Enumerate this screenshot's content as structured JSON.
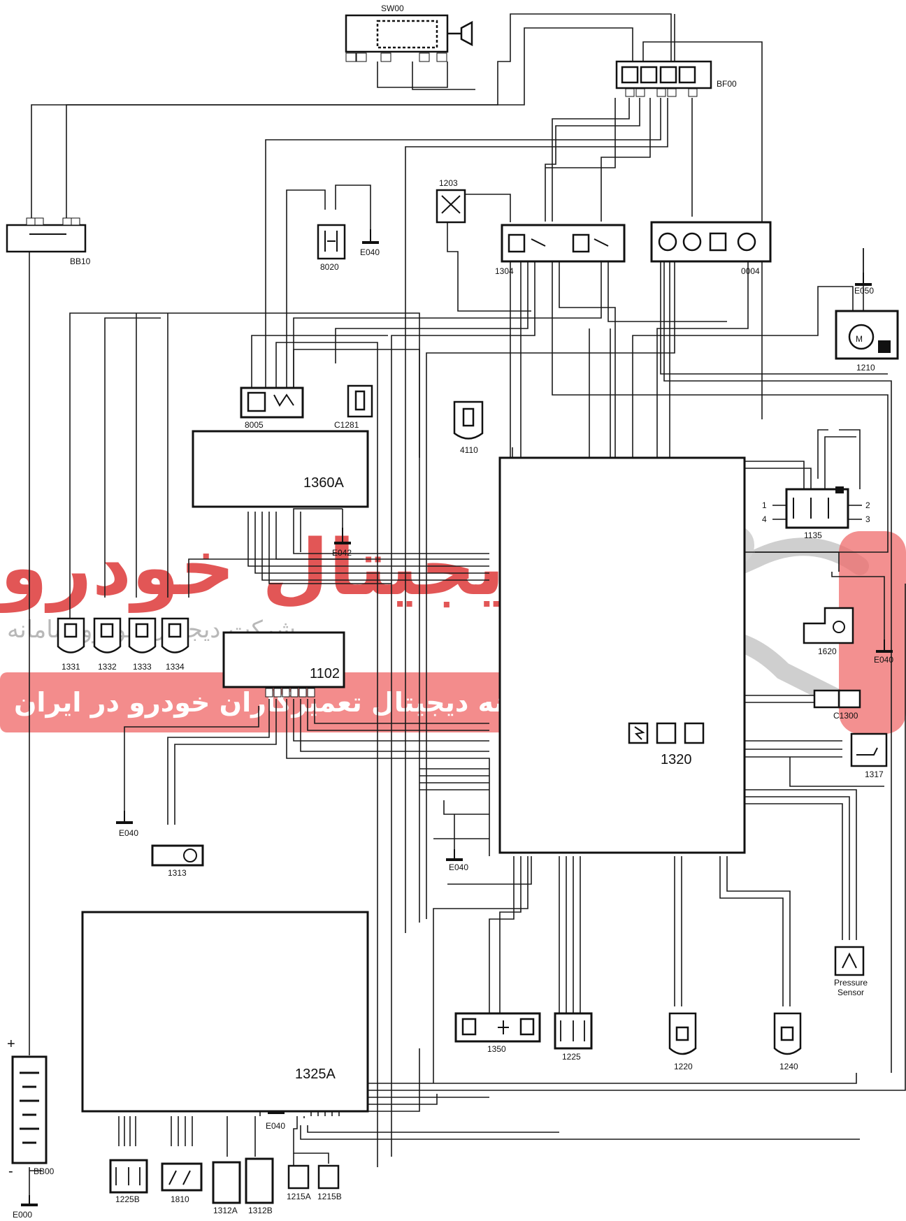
{
  "components": {
    "sw00": "SW00",
    "bf00": "BF00",
    "bb10": "BB10",
    "c8020": "8020",
    "e040": "E040",
    "e042": "E042",
    "e050": "E050",
    "e000": "E000",
    "c1203": "1203",
    "c1304": "1304",
    "c0004": "0004",
    "c1210": "1210",
    "c8005": "8005",
    "c1281": "C1281",
    "c4110": "4110",
    "c1360a": "1360A",
    "c1320": "1320",
    "c1135": "1135",
    "c1620": "1620",
    "c1300": "C1300",
    "c1317": "1317",
    "c1102": "1102",
    "c1331": "1331",
    "c1332": "1332",
    "c1333": "1333",
    "c1334": "1334",
    "c1313": "1313",
    "c1325a": "1325A",
    "c1350": "1350",
    "c1225": "1225",
    "c1220": "1220",
    "c1240": "1240",
    "pressure_sensor_1": "Pressure",
    "pressure_sensor_2": "Sensor",
    "bb00": "BB00",
    "c1225b": "1225B",
    "c1810": "1810",
    "c1312a": "1312A",
    "c1312b": "1312B",
    "c1215a": "1215A",
    "c1215b": "1215B"
  },
  "pin_labels": {
    "p1": "1",
    "p2": "2",
    "p3": "3",
    "p4": "4"
  },
  "polarity": {
    "plus": "+",
    "minus": "-"
  },
  "watermark": {
    "logo_text": "دیجیتال خودرو",
    "company_line": "شرکت دیجیتال خودرو سامانه",
    "banner_line": "اولین سامانه دیجیتال تعمیرکاران خودرو در ایران"
  },
  "colors": {
    "wire": "#1a1a1a",
    "watermark_red": "#e25656",
    "banner": "#ef6b6b"
  }
}
